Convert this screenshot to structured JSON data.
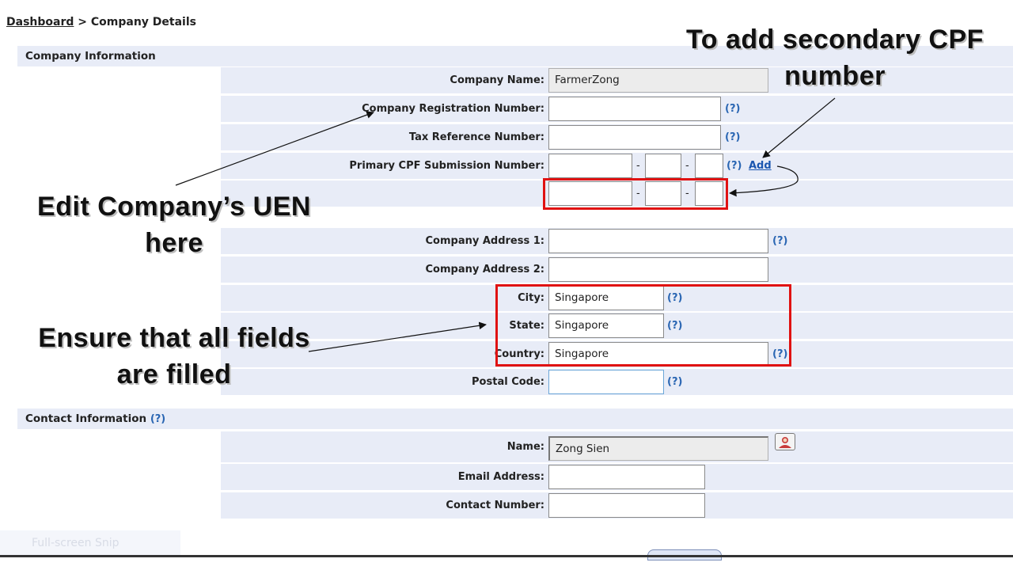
{
  "breadcrumb": {
    "link": "Dashboard",
    "separator": " > ",
    "current": "Company Details"
  },
  "company_section": {
    "title": "Company Information",
    "company_name": {
      "label": "Company Name:",
      "value": "FarmerZong"
    },
    "reg_number": {
      "label": "Company Registration Number:",
      "value": "",
      "help": "(?)"
    },
    "tax_ref": {
      "label": "Tax Reference Number:",
      "value": "",
      "help": "(?)"
    },
    "cpf": {
      "label": "Primary CPF Submission Number:",
      "dash": "-",
      "help": "(?)",
      "add_link": "Add"
    },
    "address1": {
      "label": "Company Address 1:",
      "value": "",
      "help": "(?)"
    },
    "address2": {
      "label": "Company Address 2:",
      "value": ""
    },
    "city": {
      "label": "City:",
      "value": "Singapore",
      "help": "(?)"
    },
    "state": {
      "label": "State:",
      "value": "Singapore",
      "help": "(?)"
    },
    "country": {
      "label": "Country:",
      "value": "Singapore",
      "help": "(?)"
    },
    "postal": {
      "label": "Postal Code:",
      "value": "",
      "help": "(?)"
    }
  },
  "contact_section": {
    "title": "Contact Information",
    "help": "(?)",
    "name": {
      "label": "Name:",
      "value": "Zong Sien"
    },
    "email": {
      "label": "Email Address:",
      "value": ""
    },
    "phone": {
      "label": "Contact Number:",
      "value": ""
    }
  },
  "annotations": {
    "secondary_cpf": "To add secondary CPF number",
    "edit_uen": "Edit Company’s UEN here",
    "ensure_filled": "Ensure that all fields are filled"
  },
  "footer": {
    "snip": "Full-screen Snip"
  },
  "colors": {
    "row_bg": "#e8ecf7",
    "highlight_red": "#e01212",
    "help_blue": "#2a66b3"
  }
}
